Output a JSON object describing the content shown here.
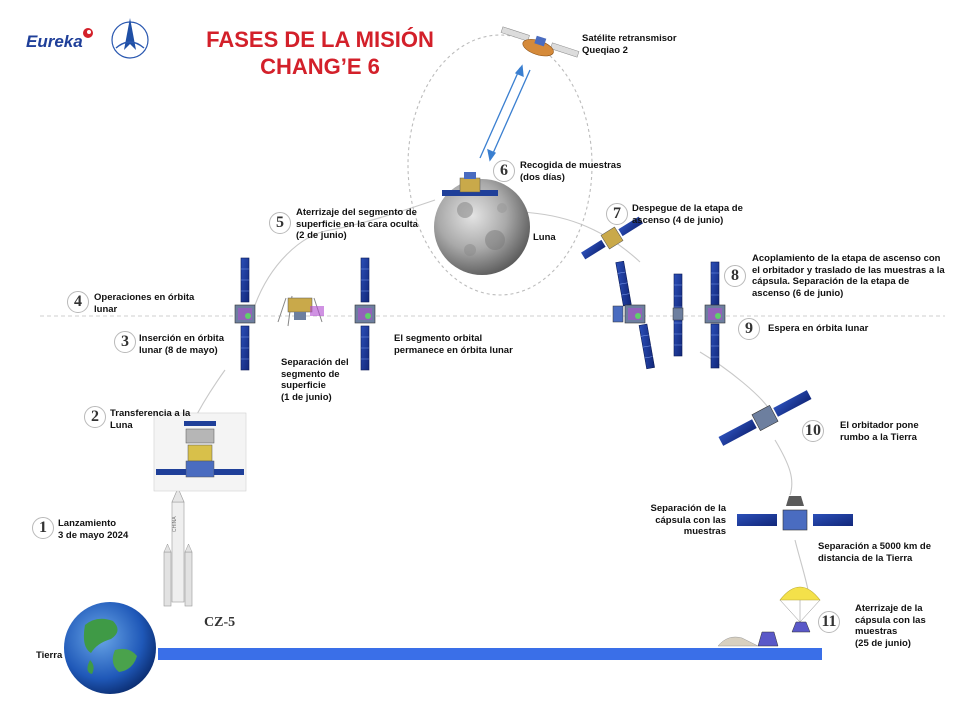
{
  "header": {
    "title_line1": "FASES DE LA MISIÓN",
    "title_line2": "CHANG’E 6",
    "logo_text": "Eureka"
  },
  "colors": {
    "title_red": "#d3202a",
    "earth_line_blue": "#3a6fe8",
    "orbit_line": "#c8c8c8",
    "relay_arrow": "#3a7fd0"
  },
  "icons": [
    "eureka-logo",
    "cnsa-logo",
    "rocket-icon",
    "earth-icon",
    "moon-icon",
    "relay-satellite-icon",
    "spacecraft-icon",
    "parachute-icon",
    "capsule-icon"
  ],
  "steps": [
    {
      "number": "1",
      "text": "Lanzamiento\n3 de mayo 2024"
    },
    {
      "number": "2",
      "text": "Transferencia a la\nLuna"
    },
    {
      "number": "3",
      "text": "Inserción en órbita\nlunar (8 de mayo)"
    },
    {
      "number": "4",
      "text": "Operaciones en órbita\nlunar"
    },
    {
      "number": "5",
      "text": "Aterrizaje del segmento de\nsuperficie en la cara oculta\n(2 de junio)"
    },
    {
      "number": "6",
      "text": "Recogida de muestras\n(dos días)"
    },
    {
      "number": "7",
      "text": "Despegue de la etapa de\nascenso (4 de junio)"
    },
    {
      "number": "8",
      "text": "Acoplamiento de la etapa de ascenso con\nel orbitador y traslado de las muestras a la\ncápsula. Separación de la etapa de\nascenso (6 de junio)"
    },
    {
      "number": "9",
      "text": "Espera en órbita lunar"
    },
    {
      "number": "10",
      "text": "El orbitador pone\nrumbo a la Tierra"
    },
    {
      "number": "11",
      "text": "Aterrizaje de la\ncápsula con las\nmuestras\n(25 de junio)"
    }
  ],
  "labels": {
    "relay": "Satélite retransmisor\nQueqiao 2",
    "luna": "Luna",
    "tierra": "Tierra",
    "surface_separation": "Separación del\nsegmento de\nsuperficie\n(1 de junio)",
    "orbital_remains": "El segmento orbital\npermanece en órbita lunar",
    "capsule_separation": "Separación de la\ncápsula con las\nmuestras",
    "distance_separation": "Separación a 5000 km de\ndistancia de la Tierra",
    "rocket": "CZ-5"
  }
}
